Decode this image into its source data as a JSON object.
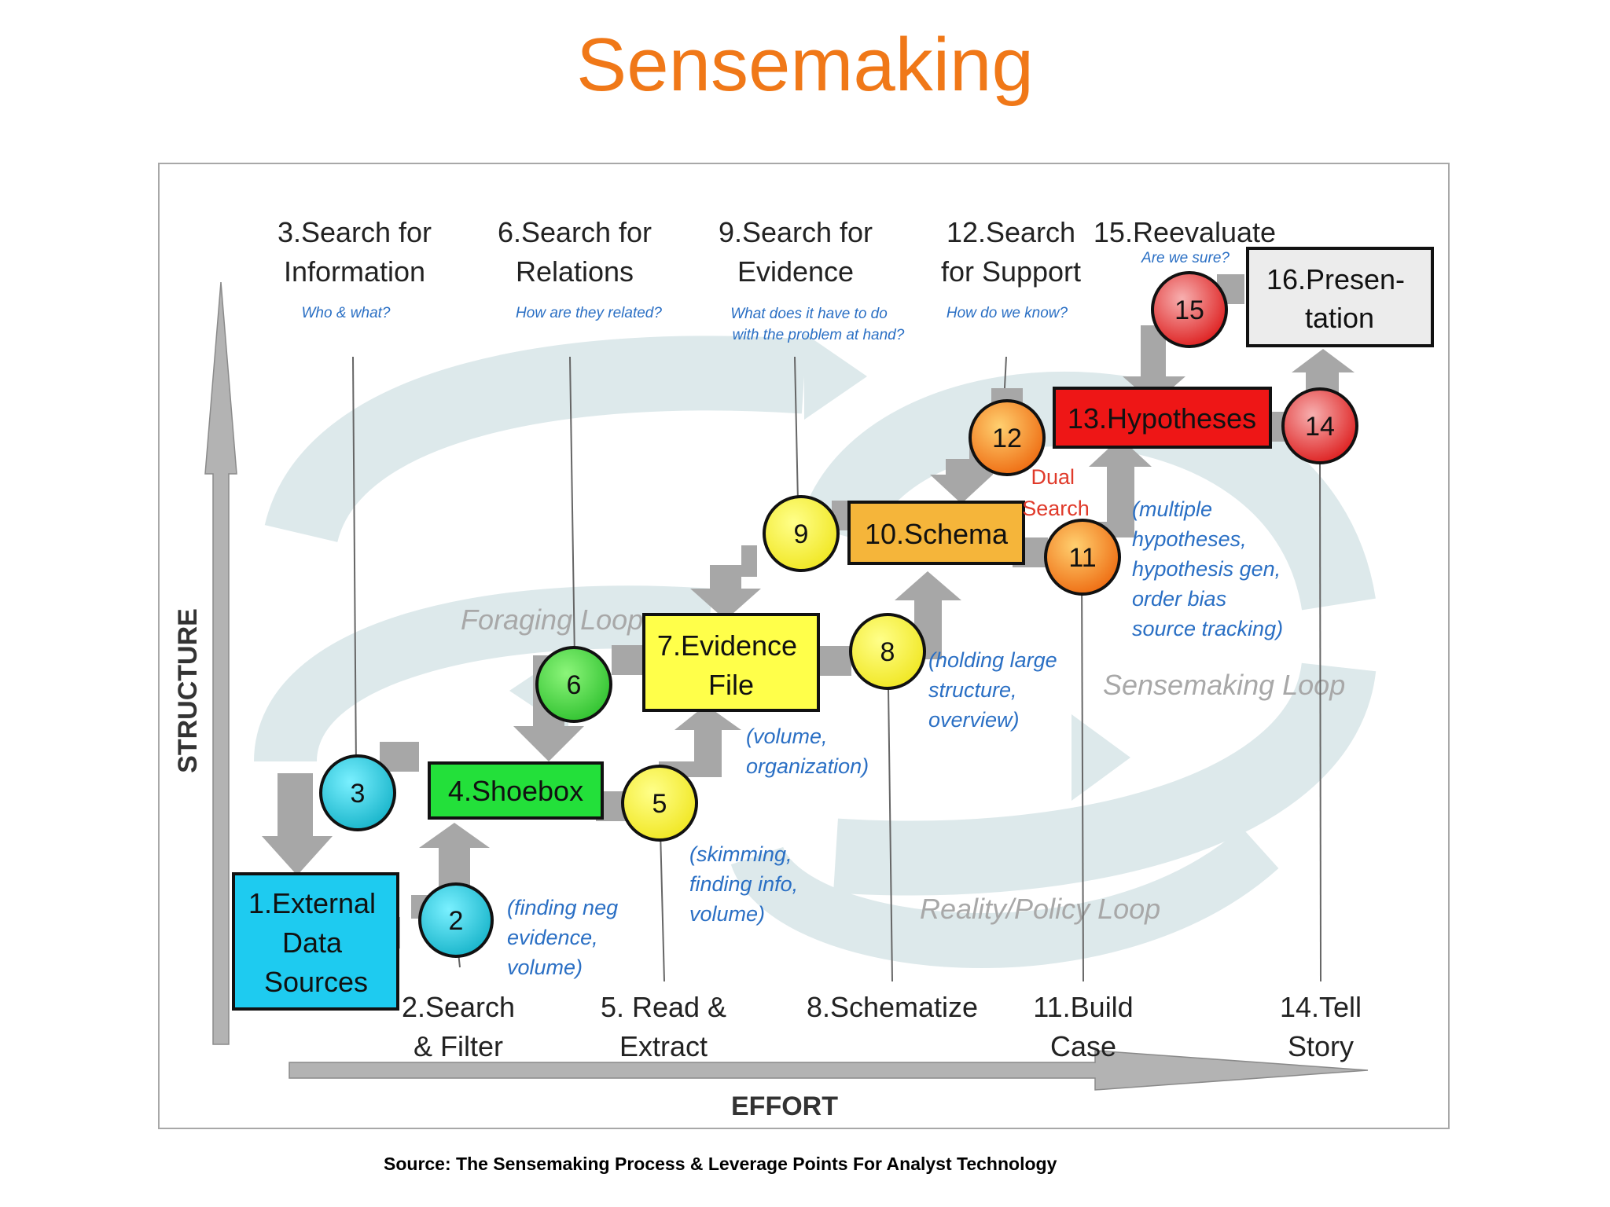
{
  "slide_title": "Sensemaking",
  "source": "Source: The Sensemaking Process & Leverage Points For Analyst Technology",
  "axes": {
    "y": "STRUCTURE",
    "x": "EFFORT"
  },
  "loops": {
    "foraging": "Foraging Loop",
    "sensemaking": "Sensemaking Loop",
    "reality": "Reality/Policy Loop"
  },
  "dual_search": [
    "Dual",
    "Search"
  ],
  "boxes": {
    "b1": [
      "1.External",
      "Data",
      "Sources"
    ],
    "b4": [
      "4.Shoebox"
    ],
    "b7": [
      "7.Evidence",
      "File"
    ],
    "b10": [
      "10.Schema"
    ],
    "b13": [
      "13.Hypotheses"
    ],
    "b16": [
      "16.Presen-",
      "tation"
    ]
  },
  "circles": {
    "c2": "2",
    "c3": "3",
    "c5": "5",
    "c6": "6",
    "c8": "8",
    "c9": "9",
    "c11": "11",
    "c12": "12",
    "c14": "14",
    "c15": "15"
  },
  "top_labels": {
    "l3": [
      "3.Search for",
      "Information"
    ],
    "l6": [
      "6.Search for",
      "Relations"
    ],
    "l9": [
      "9.Search for",
      "Evidence"
    ],
    "l12": [
      "12.Search",
      "for Support"
    ],
    "l15": [
      "15.Reevaluate"
    ]
  },
  "top_questions": {
    "q3": [
      "Who & what?"
    ],
    "q6": [
      "How are they related?"
    ],
    "q9": [
      "What does it have to do",
      "with the problem at hand?"
    ],
    "q12": [
      "How do we know?"
    ],
    "q15": [
      "Are we sure?"
    ]
  },
  "bottom_labels": {
    "l2": [
      "2.Search",
      "& Filter"
    ],
    "l5": [
      "5. Read &",
      "Extract"
    ],
    "l8": [
      "8.Schematize"
    ],
    "l11": [
      "11.Build",
      "Case"
    ],
    "l14": [
      "14.Tell",
      "Story"
    ]
  },
  "notes": {
    "n2": [
      "(finding neg",
      "evidence,",
      "volume)"
    ],
    "n5": [
      "(skimming,",
      "finding info,",
      "volume)"
    ],
    "n7": [
      "(volume,",
      "organization)"
    ],
    "n8": [
      "(holding large",
      "structure,",
      "overview)"
    ],
    "n11": [
      "(multiple",
      "hypotheses,",
      "hypothesis gen,",
      "order bias",
      "source tracking)"
    ]
  },
  "colors": {
    "title": "#f07818",
    "blue_note": "#2a6fc4",
    "flow_arrow": "#a7a7a7",
    "loop_band": "#d9e6e8",
    "axis": "#b3b3b3",
    "cyan": "#21c4e6",
    "green": "#1fe23f",
    "yellow": "#ffff4d",
    "orange": "#f5b339",
    "red": "#ee1515",
    "grey_box": "#ececec",
    "dual": "#e03a2a"
  }
}
